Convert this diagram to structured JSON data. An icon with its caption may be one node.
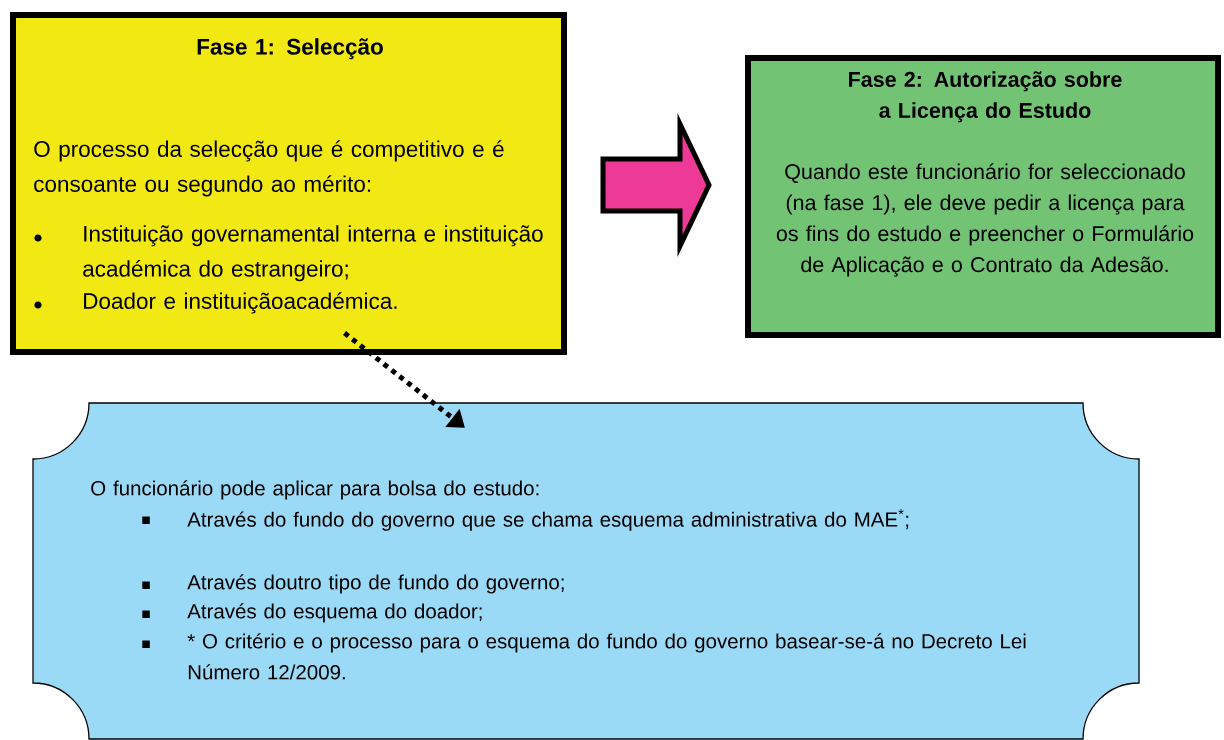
{
  "diagram": {
    "nodes": [
      {
        "text": [
          "Fase 1: Selecção",
          "O processo da selecção que é competitivo e é consoante ou segundo ao mérito:",
          "Instituição governamental interna e instituição académica do estrangeiro;",
          "Doador e instituiçãoacadémica."
        ]
      },
      {
        "text": [
          "Fase 2: Autorização sobre a Licença do Estudo",
          "Quando este funcionário for seleccionado (na fase 1), ele deve pedir a licença para os fins do estudo e preencher o Formulário de Aplicação e o Contrato da Adesão."
        ]
      },
      {
        "text": [
          "O funcionário pode aplicar para bolsa do estudo:",
          "Através do fundo do governo que se chama esquema administrativa do MAE$^{*}$;",
          "Através doutro tipo de fundo do governo;",
          "Através do esquema do doador;",
          "* O critério e o processo para o esquema do fundo do governo basear-se-á no Decreto Lei Número 12/2009."
        ]
      }
    ],
    "edges": [
      {
        "from": 0,
        "to": 1,
        "arrow": "to",
        "color": "#ee3a97"
      },
      {
        "from": 0,
        "to": 2,
        "arrow": "to",
        "style": "dashed"
      }
    ]
  }
}
